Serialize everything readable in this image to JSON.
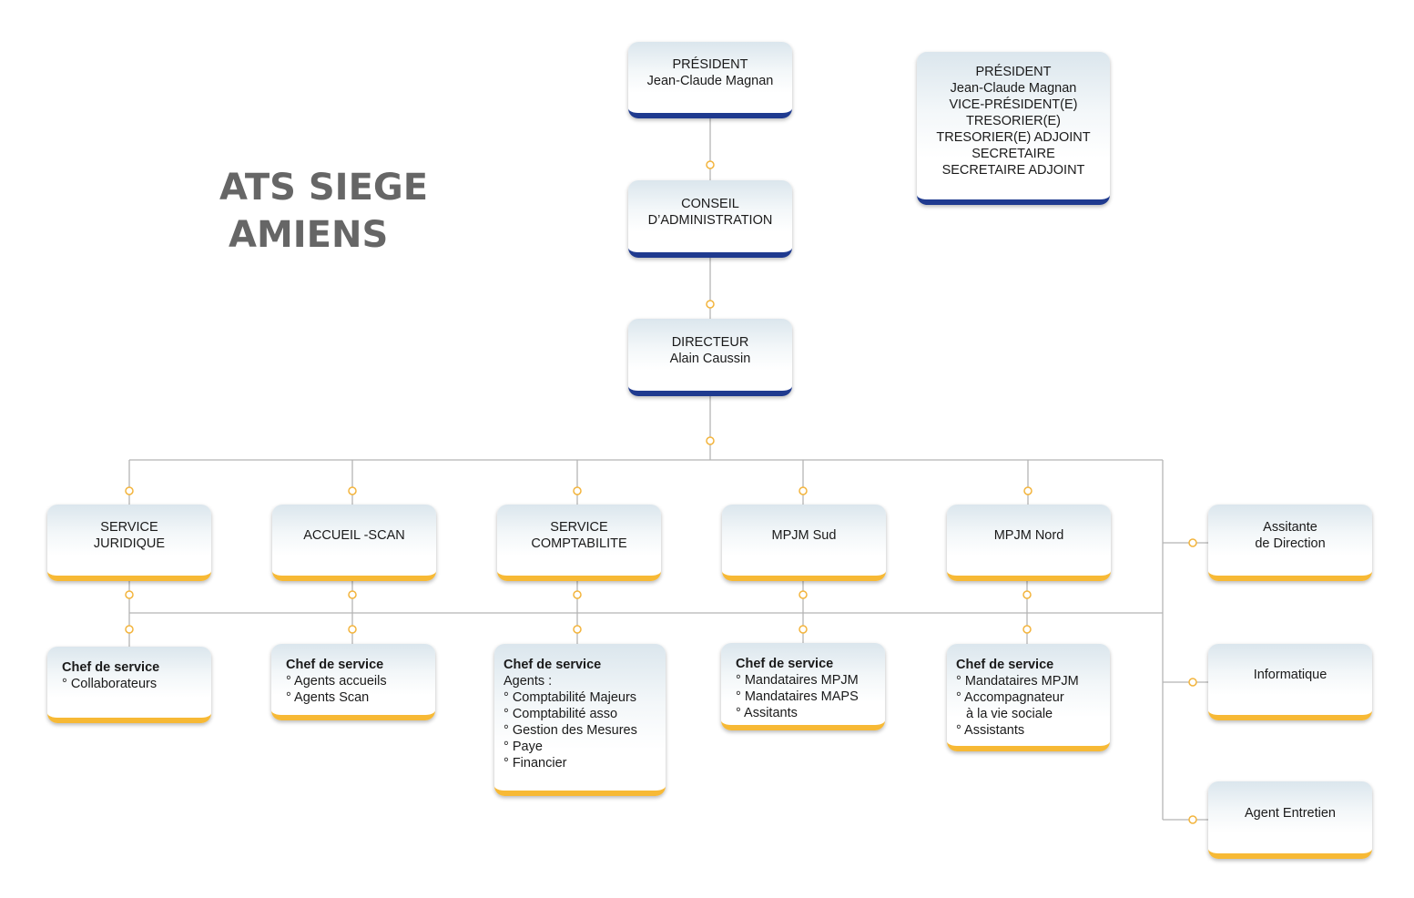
{
  "title": {
    "line1": "ATS SIEGE",
    "line2": "AMIENS"
  },
  "colors": {
    "blue": "#1f3a8f",
    "yellow": "#f7b935",
    "connector": "#b5b5b5",
    "dot": "#f3b43c",
    "title": "#666666"
  },
  "top": {
    "president": {
      "role": "PRÉSIDENT",
      "name": "Jean-Claude Magnan"
    },
    "conseil": {
      "line1": "CONSEIL",
      "line2": "D’ADMINISTRATION"
    },
    "directeur": {
      "role": "DIRECTEUR",
      "name": "Alain Caussin"
    }
  },
  "bureau": {
    "lines": [
      "PRÉSIDENT",
      "Jean-Claude Magnan",
      "VICE-PRÉSIDENT(E)",
      "TRESORIER(E)",
      "TRESORIER(E) ADJOINT",
      "SECRETAIRE",
      "SECRETAIRE ADJOINT"
    ]
  },
  "services": {
    "juridique": [
      "SERVICE",
      "JURIDIQUE"
    ],
    "accueil": [
      "ACCUEIL -SCAN"
    ],
    "comptabilite": [
      "SERVICE",
      "COMPTABILITE"
    ],
    "mpjm_sud": [
      "MPJM Sud"
    ],
    "mpjm_nord": [
      "MPJM Nord"
    ]
  },
  "side": {
    "assistante": [
      "Assitante",
      "de Direction"
    ],
    "informatique": [
      "Informatique"
    ],
    "entretien": [
      "Agent Entretien"
    ]
  },
  "chefs": {
    "juridique": {
      "head": "Chef de service",
      "items": [
        "° Collaborateurs"
      ]
    },
    "accueil": {
      "head": "Chef de service",
      "items": [
        "° Agents accueils",
        "° Agents Scan"
      ]
    },
    "comptabilite": {
      "head": "Chef de service",
      "items": [
        "Agents :",
        "° Comptabilité Majeurs",
        "° Comptabilité asso",
        "° Gestion des Mesures",
        "° Paye",
        "° Financier"
      ]
    },
    "mpjm_sud": {
      "head": "Chef de service",
      "items": [
        "° Mandataires MPJM",
        "° Mandataires MAPS",
        "° Assitants"
      ]
    },
    "mpjm_nord": {
      "head": "Chef de service",
      "items": [
        "° Mandataires MPJM",
        "° Accompagnateur",
        "à la vie sociale",
        "° Assistants"
      ]
    }
  }
}
